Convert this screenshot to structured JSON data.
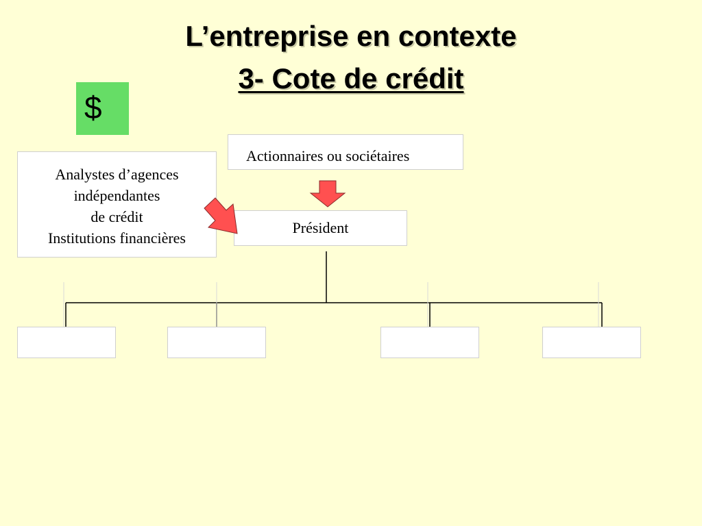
{
  "title": {
    "line1": "L’entreprise en contexte",
    "line2": "3- Cote de crédit"
  },
  "dollar_badge": {
    "symbol": "$",
    "color": "#66dd66"
  },
  "nodes": {
    "shareholders": "Actionnaires ou sociétaires",
    "president": "Président",
    "analysts": {
      "lines": [
        "Analystes d’agences",
        "indépendantes",
        "de crédit",
        "Institutions financières"
      ]
    },
    "sub_units": [
      "",
      "",
      "",
      ""
    ]
  },
  "arrow_color": "#ff5050"
}
